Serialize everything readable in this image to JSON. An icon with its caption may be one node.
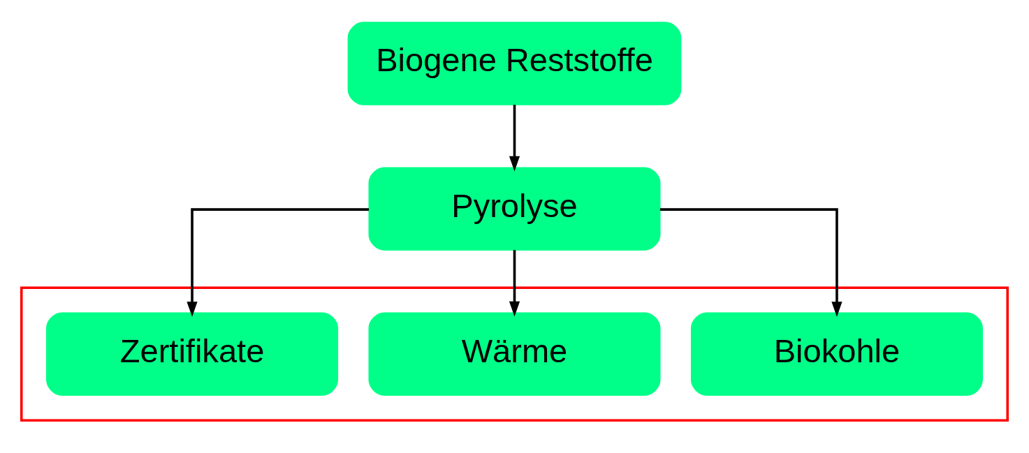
{
  "diagram": {
    "nodes": [
      {
        "text": [
          "Biogene Reststoffe"
        ]
      },
      {
        "text": [
          "Pyrolyse"
        ]
      },
      {
        "text": [],
        "shape": "box"
      },
      {
        "text": [
          "Biokohle"
        ],
        "in": 2
      },
      {
        "text": [
          "Wärme"
        ],
        "in": 2
      },
      {
        "text": [
          "Zertifikate"
        ],
        "in": 2
      }
    ],
    "edges": [
      {
        "from": 0,
        "to": 1,
        "arrow": "to"
      },
      {
        "from": 1,
        "to": 3,
        "arrow": "to"
      },
      {
        "from": 1,
        "to": 4,
        "arrow": "to"
      },
      {
        "from": 1,
        "to": 5,
        "arrow": "to"
      }
    ]
  }
}
